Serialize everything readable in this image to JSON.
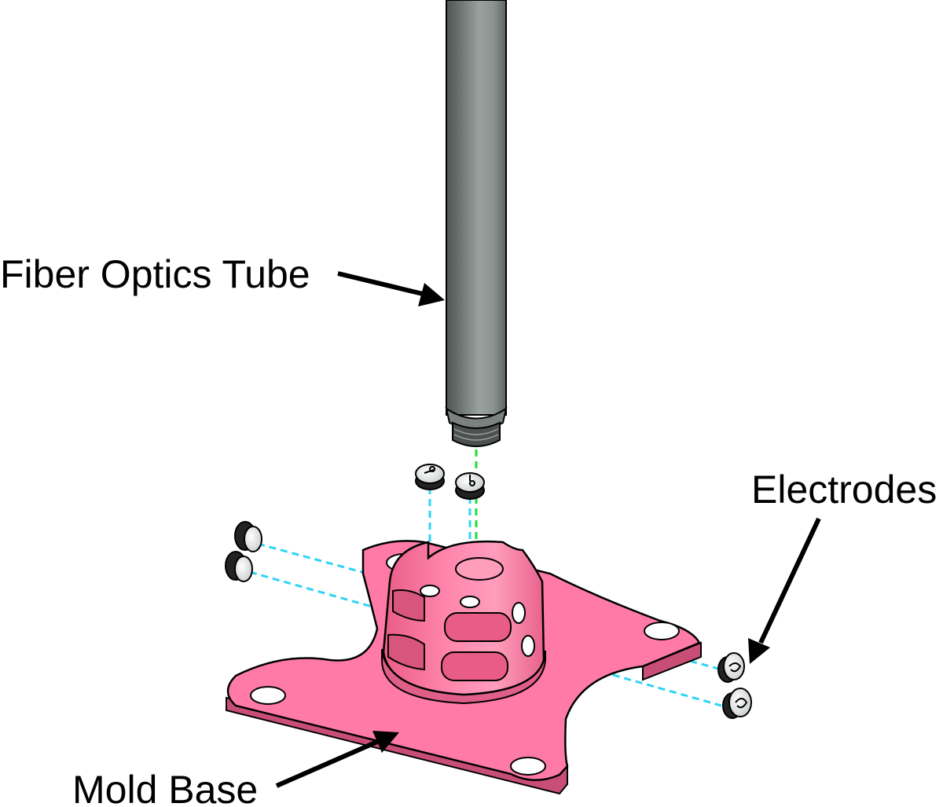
{
  "labels": {
    "fiber_optics_tube": "Fiber Optics Tube",
    "electrodes": "Electrodes",
    "mold_base": "Mold Base"
  },
  "colors": {
    "mold_base": "#ff7aa6",
    "mold_base_side": "#c94e76",
    "tube": "#8f9694",
    "tube_dark": "#5e6463",
    "electrode_guide": "#2fd4f5",
    "fiber_guide": "#22dd33",
    "outline": "#000000"
  }
}
